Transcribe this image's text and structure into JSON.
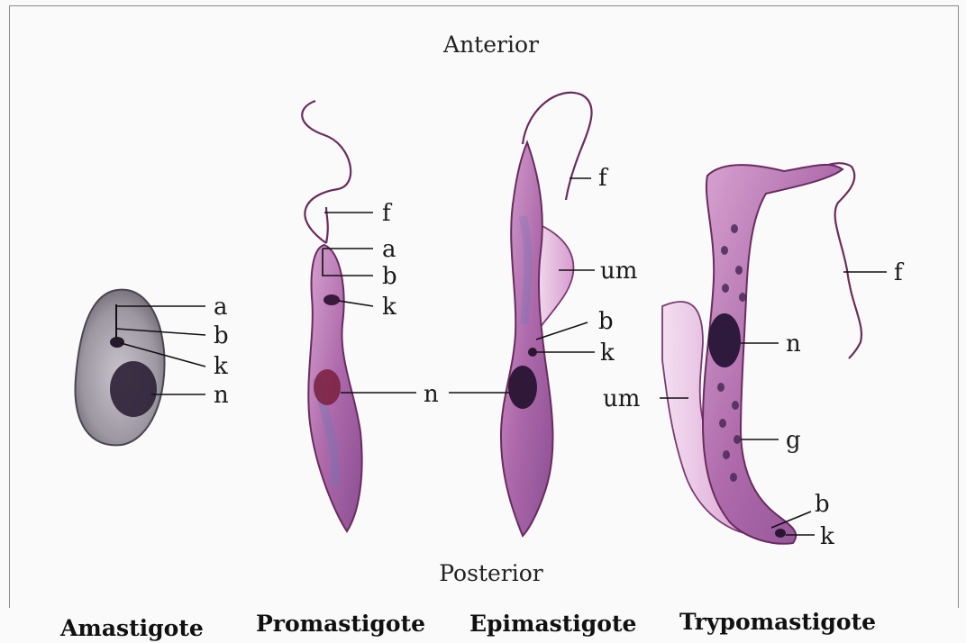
{
  "orientation": {
    "top": "Anterior",
    "bottom": "Posterior"
  },
  "forms": [
    {
      "name": "Amastigote",
      "labels": [
        "a",
        "b",
        "k",
        "n"
      ]
    },
    {
      "name": "Promastigote",
      "labels": [
        "f",
        "a",
        "b",
        "k",
        "n"
      ]
    },
    {
      "name": "Epimastigote",
      "labels": [
        "f",
        "um",
        "b",
        "k"
      ]
    },
    {
      "name": "Trypomastigote",
      "labels": [
        "f",
        "n",
        "um",
        "g",
        "b",
        "k"
      ]
    }
  ],
  "colors": {
    "cell": "#b56fb0",
    "cell_light": "#d9a6d3",
    "nucleus": "#3d1f4a",
    "leader": "#111111"
  }
}
